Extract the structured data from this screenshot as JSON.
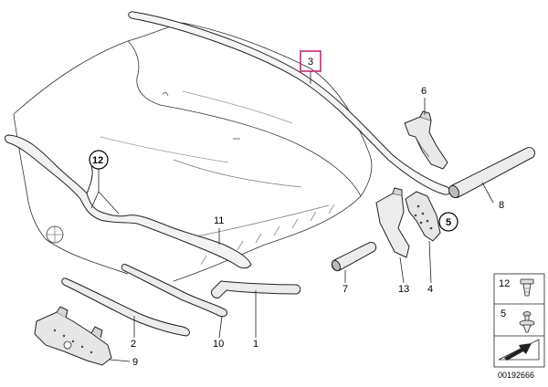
{
  "callouts": {
    "p1": "1",
    "p2": "2",
    "p3": "3",
    "p4": "4",
    "p5": "5",
    "p6": "6",
    "p7": "7",
    "p8": "8",
    "p9": "9",
    "p10": "10",
    "p11": "11",
    "p12": "12",
    "p13": "13"
  },
  "legend": {
    "item_12": "12",
    "item_5": "5"
  },
  "diagram_id": "00192666",
  "colors": {
    "highlight_box": "#d4237a",
    "line": "#222222",
    "part_fill": "#f2f2f2"
  }
}
